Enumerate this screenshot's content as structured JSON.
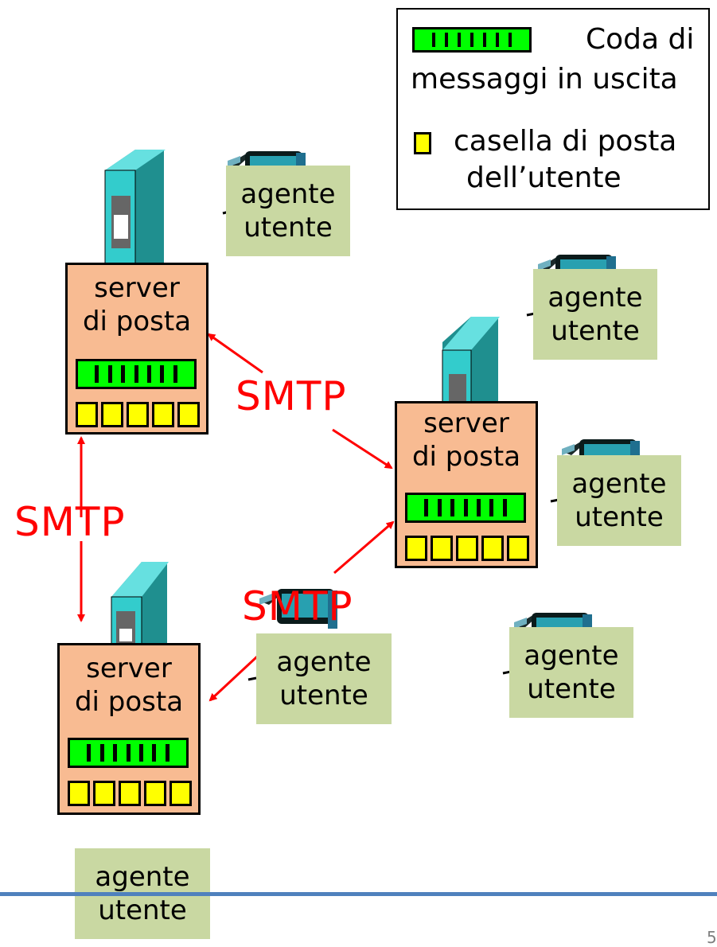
{
  "legend": {
    "queue_line1": "Coda di",
    "queue_line2": "messaggi in uscita",
    "mailbox_line1": "casella di posta",
    "mailbox_line2": "dell’utente"
  },
  "servers": [
    {
      "line1": "server",
      "line2": "di posta"
    },
    {
      "line1": "server",
      "line2": "di posta"
    },
    {
      "line1": "server",
      "line2": "di posta"
    }
  ],
  "agents": [
    {
      "line1": "agente",
      "line2": "utente"
    },
    {
      "line1": "agente",
      "line2": "utente"
    },
    {
      "line1": "agente",
      "line2": "utente"
    },
    {
      "line1": "agente",
      "line2": "utente"
    },
    {
      "line1": "agente",
      "line2": "utente"
    },
    {
      "line1": "agente",
      "line2": "utente"
    }
  ],
  "protocols": [
    "SMTP",
    "SMTP",
    "SMTP"
  ],
  "page_number": "5",
  "colors": {
    "server_fill": "#f8bb92",
    "agent_fill": "#c9d8a2",
    "queue_fill": "#00ff00",
    "mailbox_fill": "#ffff00",
    "arrow": "#ff0000",
    "tower": "#33cccc",
    "rule": "#4f81bd"
  }
}
